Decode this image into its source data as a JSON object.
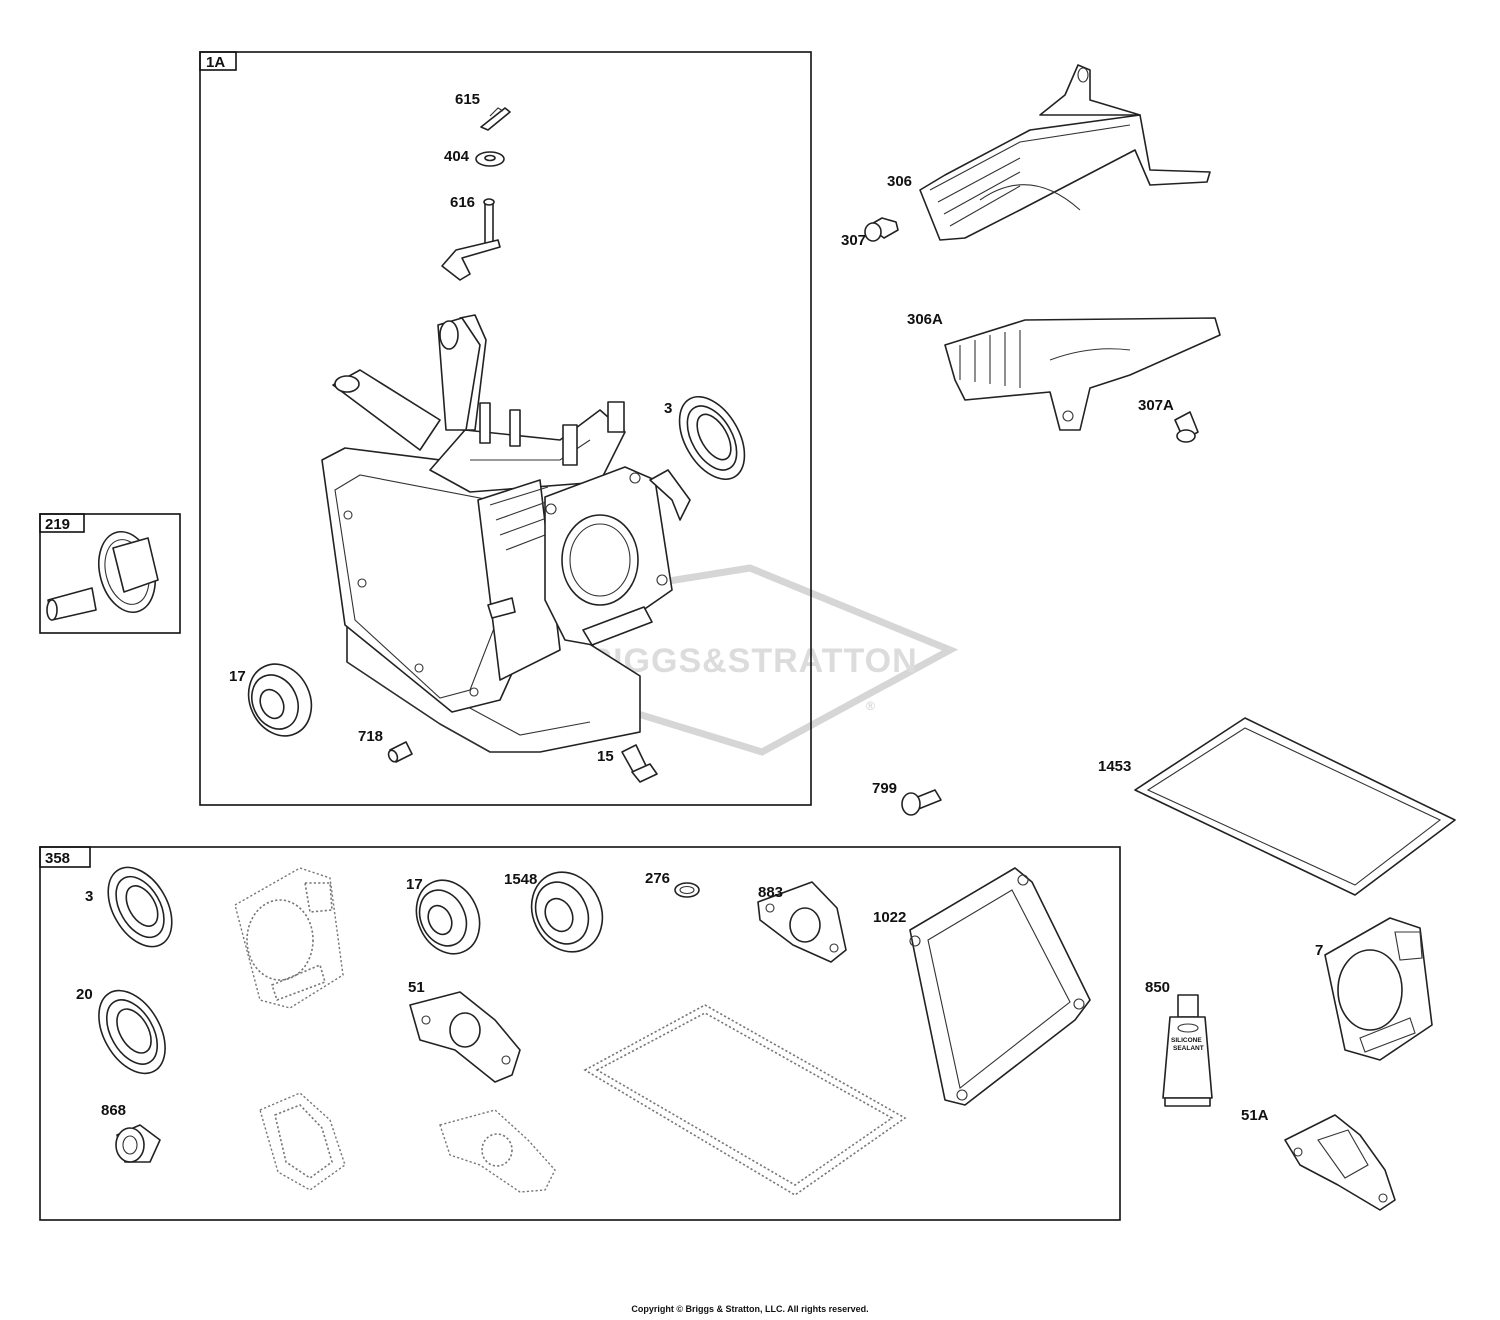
{
  "watermark": {
    "brand": "BRIGGS&STRATTON",
    "mark": "®"
  },
  "boxes": {
    "box_1a": "1A",
    "box_219": "219",
    "box_358": "358"
  },
  "callouts": {
    "c615": "615",
    "c404": "404",
    "c616": "616",
    "c3_top": "3",
    "c17_top": "17",
    "c718": "718",
    "c15": "15",
    "c306": "306",
    "c307": "307",
    "c306a": "306A",
    "c307a": "307A",
    "c799": "799",
    "c1453": "1453",
    "c3_kit": "3",
    "c20": "20",
    "c868": "868",
    "c17_kit": "17",
    "c1548": "1548",
    "c276": "276",
    "c883": "883",
    "c1022": "1022",
    "c51": "51",
    "c850": "850",
    "c7": "7",
    "c51a": "51A"
  },
  "sealant_tube": {
    "line1": "SILICONE",
    "line2": "SEALANT"
  },
  "copyright": "Copyright © Briggs & Stratton, LLC. All rights reserved.",
  "colors": {
    "line": "#222222",
    "phantom": "#777777",
    "watermark": "#d6d6d6"
  }
}
